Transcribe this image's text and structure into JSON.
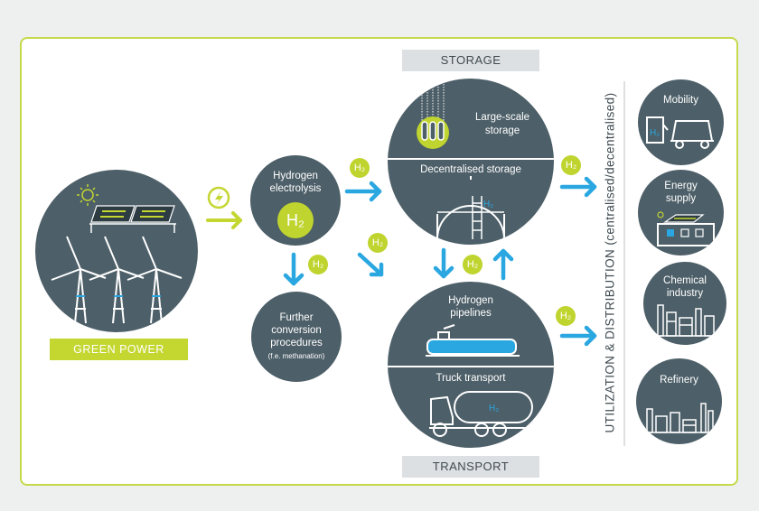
{
  "labels": {
    "storage": "STORAGE",
    "transport": "TRANSPORT",
    "green_power": "GREEN POWER",
    "utilization": "UTILIZATION & DISTRIBUTION (centralised/decentralised)"
  },
  "nodes": {
    "electrolysis": {
      "line1": "Hydrogen",
      "line2": "electrolysis",
      "badge": "H₂"
    },
    "conversion": {
      "line1": "Further",
      "line2": "conversion",
      "line3": "procedures",
      "note": "(f.e. methanation)"
    },
    "large_storage": {
      "line1": "Large-scale",
      "line2": "storage"
    },
    "decentral_storage": {
      "title": "Decentralised storage",
      "tank_label": "H₂"
    },
    "pipelines": {
      "line1": "Hydrogen",
      "line2": "pipelines"
    },
    "truck": {
      "title": "Truck transport",
      "tank_label": "H₂"
    }
  },
  "uses": {
    "mobility": "Mobility",
    "energy": {
      "line1": "Energy",
      "line2": "supply"
    },
    "chemical": {
      "line1": "Chemical",
      "line2": "industry"
    },
    "refinery": "Refinery",
    "pump_label": "H₂"
  },
  "h2_badge": "H₂",
  "colors": {
    "circle": "#4d5f68",
    "lime": "#bfd42f",
    "arrow_blue": "#2aa7e0",
    "tag_grey": "#dde0e2"
  }
}
